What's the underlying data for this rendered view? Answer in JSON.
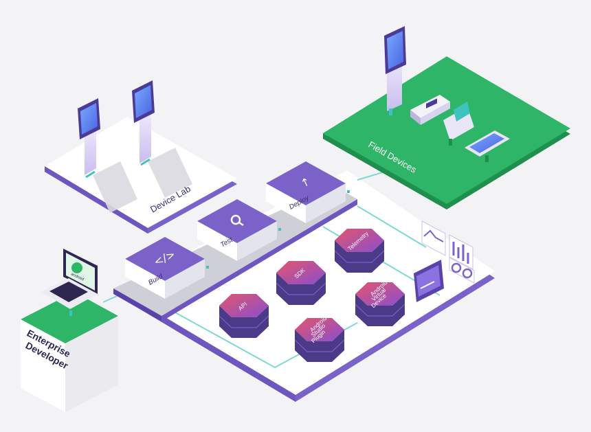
{
  "labels": {
    "device_lab": "Device Lab",
    "field_devices": "Field Devices",
    "enterprise_developer_line1": "Enterprise",
    "enterprise_developer_line2": "Developer",
    "laptop_logo": "android"
  },
  "pipeline": [
    {
      "name": "Build",
      "icon": "code-icon",
      "glyph": "</>"
    },
    {
      "name": "Test",
      "icon": "search-icon",
      "glyph": ""
    },
    {
      "name": "Deploy",
      "icon": "arrow-up-icon",
      "glyph": "↑"
    }
  ],
  "components": [
    {
      "label_lines": [
        "Telemetry"
      ]
    },
    {
      "label_lines": [
        "SDK"
      ]
    },
    {
      "label_lines": [
        "Android",
        "Virtual",
        "Device"
      ]
    },
    {
      "label_lines": [
        "API"
      ]
    },
    {
      "label_lines": [
        "Android",
        "Studio",
        "Plugin"
      ]
    }
  ],
  "colors": {
    "purple": "#7b62c9",
    "purple_dark": "#5a43a8",
    "green": "#2fb567",
    "green_dark": "#1f8f4e",
    "teal": "#3fc3c1",
    "hex_gradient_top": "#e2566b",
    "hex_gradient_bottom": "#8a4ed0"
  }
}
